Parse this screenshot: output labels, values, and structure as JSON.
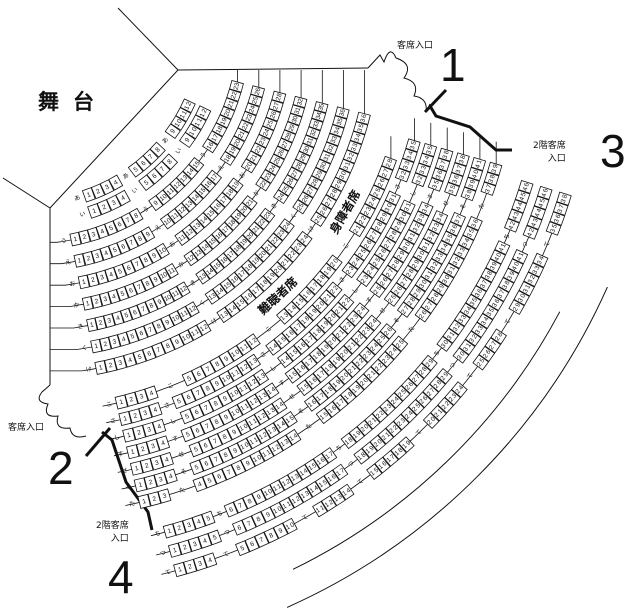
{
  "stage_label": "舞台",
  "entrances": {
    "one": {
      "label": "客席入口",
      "number": "1"
    },
    "two": {
      "label": "客席入口",
      "number": "2"
    },
    "three": {
      "label_lines": [
        "2階客席",
        "入口"
      ],
      "number": "3"
    },
    "four": {
      "label_lines": [
        "2階客席",
        "入口"
      ],
      "number": "4"
    }
  },
  "special_seats": {
    "wheelchair": "身障者席",
    "hearing": "難聴者席"
  },
  "sections": [
    {
      "rows": [
        {
          "label": "あ",
          "blocks": [
            [
              1,
              4
            ],
            [
              5,
              8
            ],
            [
              9,
              12
            ]
          ]
        },
        {
          "label": "い",
          "blocks": [
            [
              1,
              4
            ],
            [
              5,
              8
            ],
            [
              9,
              12
            ]
          ]
        }
      ]
    },
    {
      "rows": [
        {
          "label": "う",
          "blocks": [
            [
              1,
              8
            ],
            [
              9,
              15
            ],
            [
              16,
              23
            ]
          ]
        },
        {
          "label": "え",
          "blocks": [
            [
              1,
              9
            ],
            [
              10,
              17
            ],
            [
              18,
              26
            ]
          ]
        },
        {
          "label": "お",
          "blocks": [
            [
              1,
              10
            ],
            [
              11,
              19
            ],
            [
              20,
              28
            ]
          ]
        },
        {
          "label": "か",
          "blocks": [
            [
              1,
              11
            ],
            [
              12,
              21
            ],
            [
              22,
              32
            ]
          ]
        },
        {
          "label": "き",
          "blocks": [
            [
              1,
              12
            ],
            [
              13,
              23
            ],
            [
              24,
              35
            ]
          ]
        },
        {
          "label": "く",
          "blocks": [
            [
              1,
              12
            ],
            [
              13,
              24
            ],
            [
              25,
              36
            ]
          ]
        },
        {
          "label": "け",
          "blocks": [
            [
              1,
              12
            ],
            [
              13,
              24
            ],
            [
              25,
              36
            ]
          ]
        }
      ]
    },
    {
      "rows": [
        {
          "label": "こ",
          "blocks": [
            [
              1,
              4
            ],
            [
              5,
              12
            ],
            [
              13,
              20
            ],
            [
              21,
              28
            ]
          ]
        },
        {
          "label": "さ",
          "blocks": [
            [
              1,
              4
            ],
            [
              5,
              13
            ],
            [
              14,
              22
            ],
            [
              23,
              31
            ],
            [
              32,
              35
            ]
          ]
        },
        {
          "label": "し",
          "blocks": [
            [
              1,
              4
            ],
            [
              5,
              13
            ],
            [
              14,
              22
            ],
            [
              23,
              31
            ],
            [
              32,
              35
            ]
          ]
        },
        {
          "label": "す",
          "blocks": [
            [
              1,
              4
            ],
            [
              5,
              14
            ],
            [
              15,
              24
            ],
            [
              25,
              34
            ],
            [
              35,
              38
            ]
          ]
        },
        {
          "label": "せ",
          "blocks": [
            [
              1,
              4
            ],
            [
              5,
              14
            ],
            [
              15,
              24
            ],
            [
              25,
              34
            ],
            [
              35,
              38
            ]
          ]
        },
        {
          "label": "そ",
          "blocks": [
            [
              1,
              4
            ],
            [
              5,
              15
            ],
            [
              16,
              26
            ],
            [
              27,
              37
            ],
            [
              38,
              41
            ]
          ]
        },
        {
          "label": "た",
          "blocks": [
            [
              1,
              3
            ],
            [
              4,
              14
            ],
            [
              15,
              25
            ],
            [
              26,
              36
            ],
            [
              37,
              39
            ]
          ]
        }
      ]
    },
    {
      "rows": [
        {
          "label": "ち",
          "blocks": [
            [
              1,
              5
            ],
            [
              6,
              17
            ],
            [
              18,
              29
            ],
            [
              30,
              41
            ],
            [
              42,
              46
            ]
          ]
        },
        {
          "label": "つ",
          "blocks": [
            [
              1,
              5
            ],
            [
              6,
              17
            ],
            [
              18,
              29
            ],
            [
              30,
              41
            ],
            [
              42,
              46
            ]
          ]
        },
        {
          "label": "て",
          "blocks": [
            [
              1,
              4
            ],
            [
              5,
              10
            ],
            [
              11,
              14
            ],
            [
              15,
              19
            ],
            [
              20,
              24
            ],
            [
              25,
              28
            ],
            [
              29,
              34
            ],
            [
              35,
              38
            ]
          ]
        }
      ]
    }
  ]
}
